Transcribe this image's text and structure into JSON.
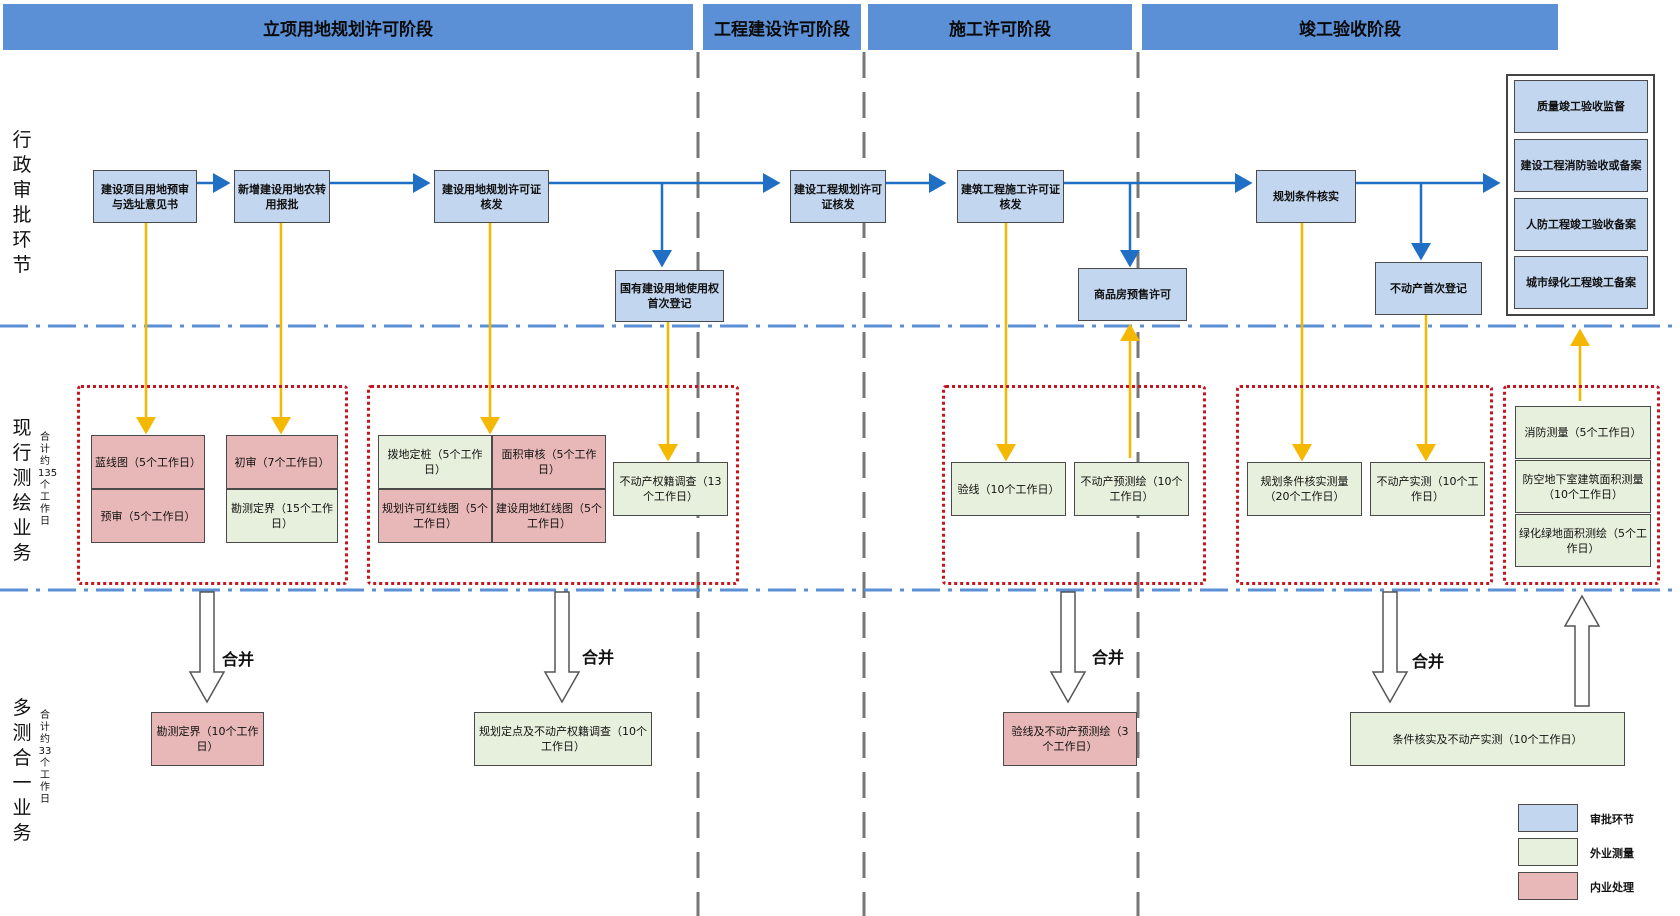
{
  "stages": [
    "立项用地规划许可阶段",
    "工程建设许可阶段",
    "施工许可阶段",
    "竣工验收阶段"
  ],
  "lanes": {
    "admin": "行政审批环节",
    "current": "现行测绘业务",
    "current_note": "合计约135个工作日",
    "multi": "多测合一业务",
    "multi_note": "合计约33个工作日"
  },
  "approval": {
    "a1": "建设项目用地预审与选址意见书",
    "a2": "新增建设用地农转用报批",
    "a3": "建设用地规划许可证核发",
    "a4": "国有建设用地使用权首次登记",
    "a5": "建设工程规划许可证核发",
    "a6": "建筑工程施工许可证核发",
    "a7": "商品房预售许可",
    "a8": "规划条件核实",
    "a9": "不动产首次登记",
    "a10": "质量竣工验收监督",
    "a11": "建设工程消防验收或备案",
    "a12": "人防工程竣工验收备案",
    "a13": "城市绿化工程竣工备案"
  },
  "current_tasks": {
    "c1": "蓝线图（5个工作日）",
    "c2": "预审（5个工作日）",
    "c3": "初审（7个工作日）",
    "c4": "勘测定界（15个工作日）",
    "c5": "拨地定桩（5个工作日）",
    "c6": "面积审核（5个工作日）",
    "c7": "规划许可红线图（5个工作日）",
    "c8": "建设用地红线图（5个工作日）",
    "c9": "不动产权籍调查（13个工作日）",
    "c10": "验线（10个工作日）",
    "c11": "不动产预测绘（10个工作日）",
    "c12": "规划条件核实测量（20个工作日）",
    "c13": "不动产实测（10个工作日）",
    "c14": "消防测量（5个工作日）",
    "c15": "防空地下室建筑面积测量（10个工作日）",
    "c16": "绿化绿地面积测绘（5个工作日）"
  },
  "multi_tasks": {
    "m1": "勘测定界（10个工作日）",
    "m2": "规划定点及不动产权籍调查（10个工作日）",
    "m3": "验线及不动产预测绘（3个工作日）",
    "m4": "条件核实及不动产实测（10个工作日）"
  },
  "merge_label": "合并",
  "legend": {
    "approval": "审批环节",
    "field": "外业测量",
    "office": "内业处理"
  },
  "colors": {
    "header": "#5b8fd6",
    "approval_fill": "#c3d6ef",
    "field_fill": "#e7f0dc",
    "office_fill": "#e7b8b7",
    "flow_arrow": "#1f6fc5",
    "survey_arrow": "#f5b800",
    "dashed_frame": "#c4161c"
  }
}
